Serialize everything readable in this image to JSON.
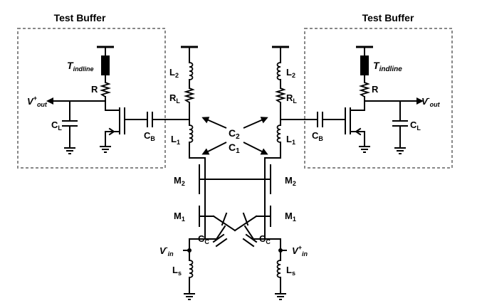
{
  "diagram": {
    "buffer_left_title": "Test Buffer",
    "buffer_right_title": "Test Buffer",
    "t_indline_main": "T",
    "t_indline_sub": "indline",
    "r_label": "R",
    "vout_plus_main": "V",
    "vout_plus_sup": "+",
    "vout_plus_sub": "out",
    "vout_minus_main": "V",
    "vout_minus_sup": "-",
    "vout_minus_sub": "out",
    "cl_main": "C",
    "cl_sub": "L",
    "cb_main": "C",
    "cb_sub": "B",
    "l2_main": "L",
    "l2_sub": "2",
    "rl_main": "R",
    "rl_sub": "L",
    "l1_main": "L",
    "l1_sub": "1",
    "c2_main": "C",
    "c2_sub": "2",
    "c1_main": "C",
    "c1_sub": "1",
    "m2_main": "M",
    "m2_sub": "2",
    "m1_main": "M",
    "m1_sub": "1",
    "cc_main": "C",
    "cc_sub": "C",
    "vin_minus_main": "V",
    "vin_minus_sup": "-",
    "vin_minus_sub": "in",
    "vin_plus_main": "V",
    "vin_plus_sup": "+",
    "vin_plus_sub": "in",
    "ls_main": "L",
    "ls_sub": "s"
  }
}
